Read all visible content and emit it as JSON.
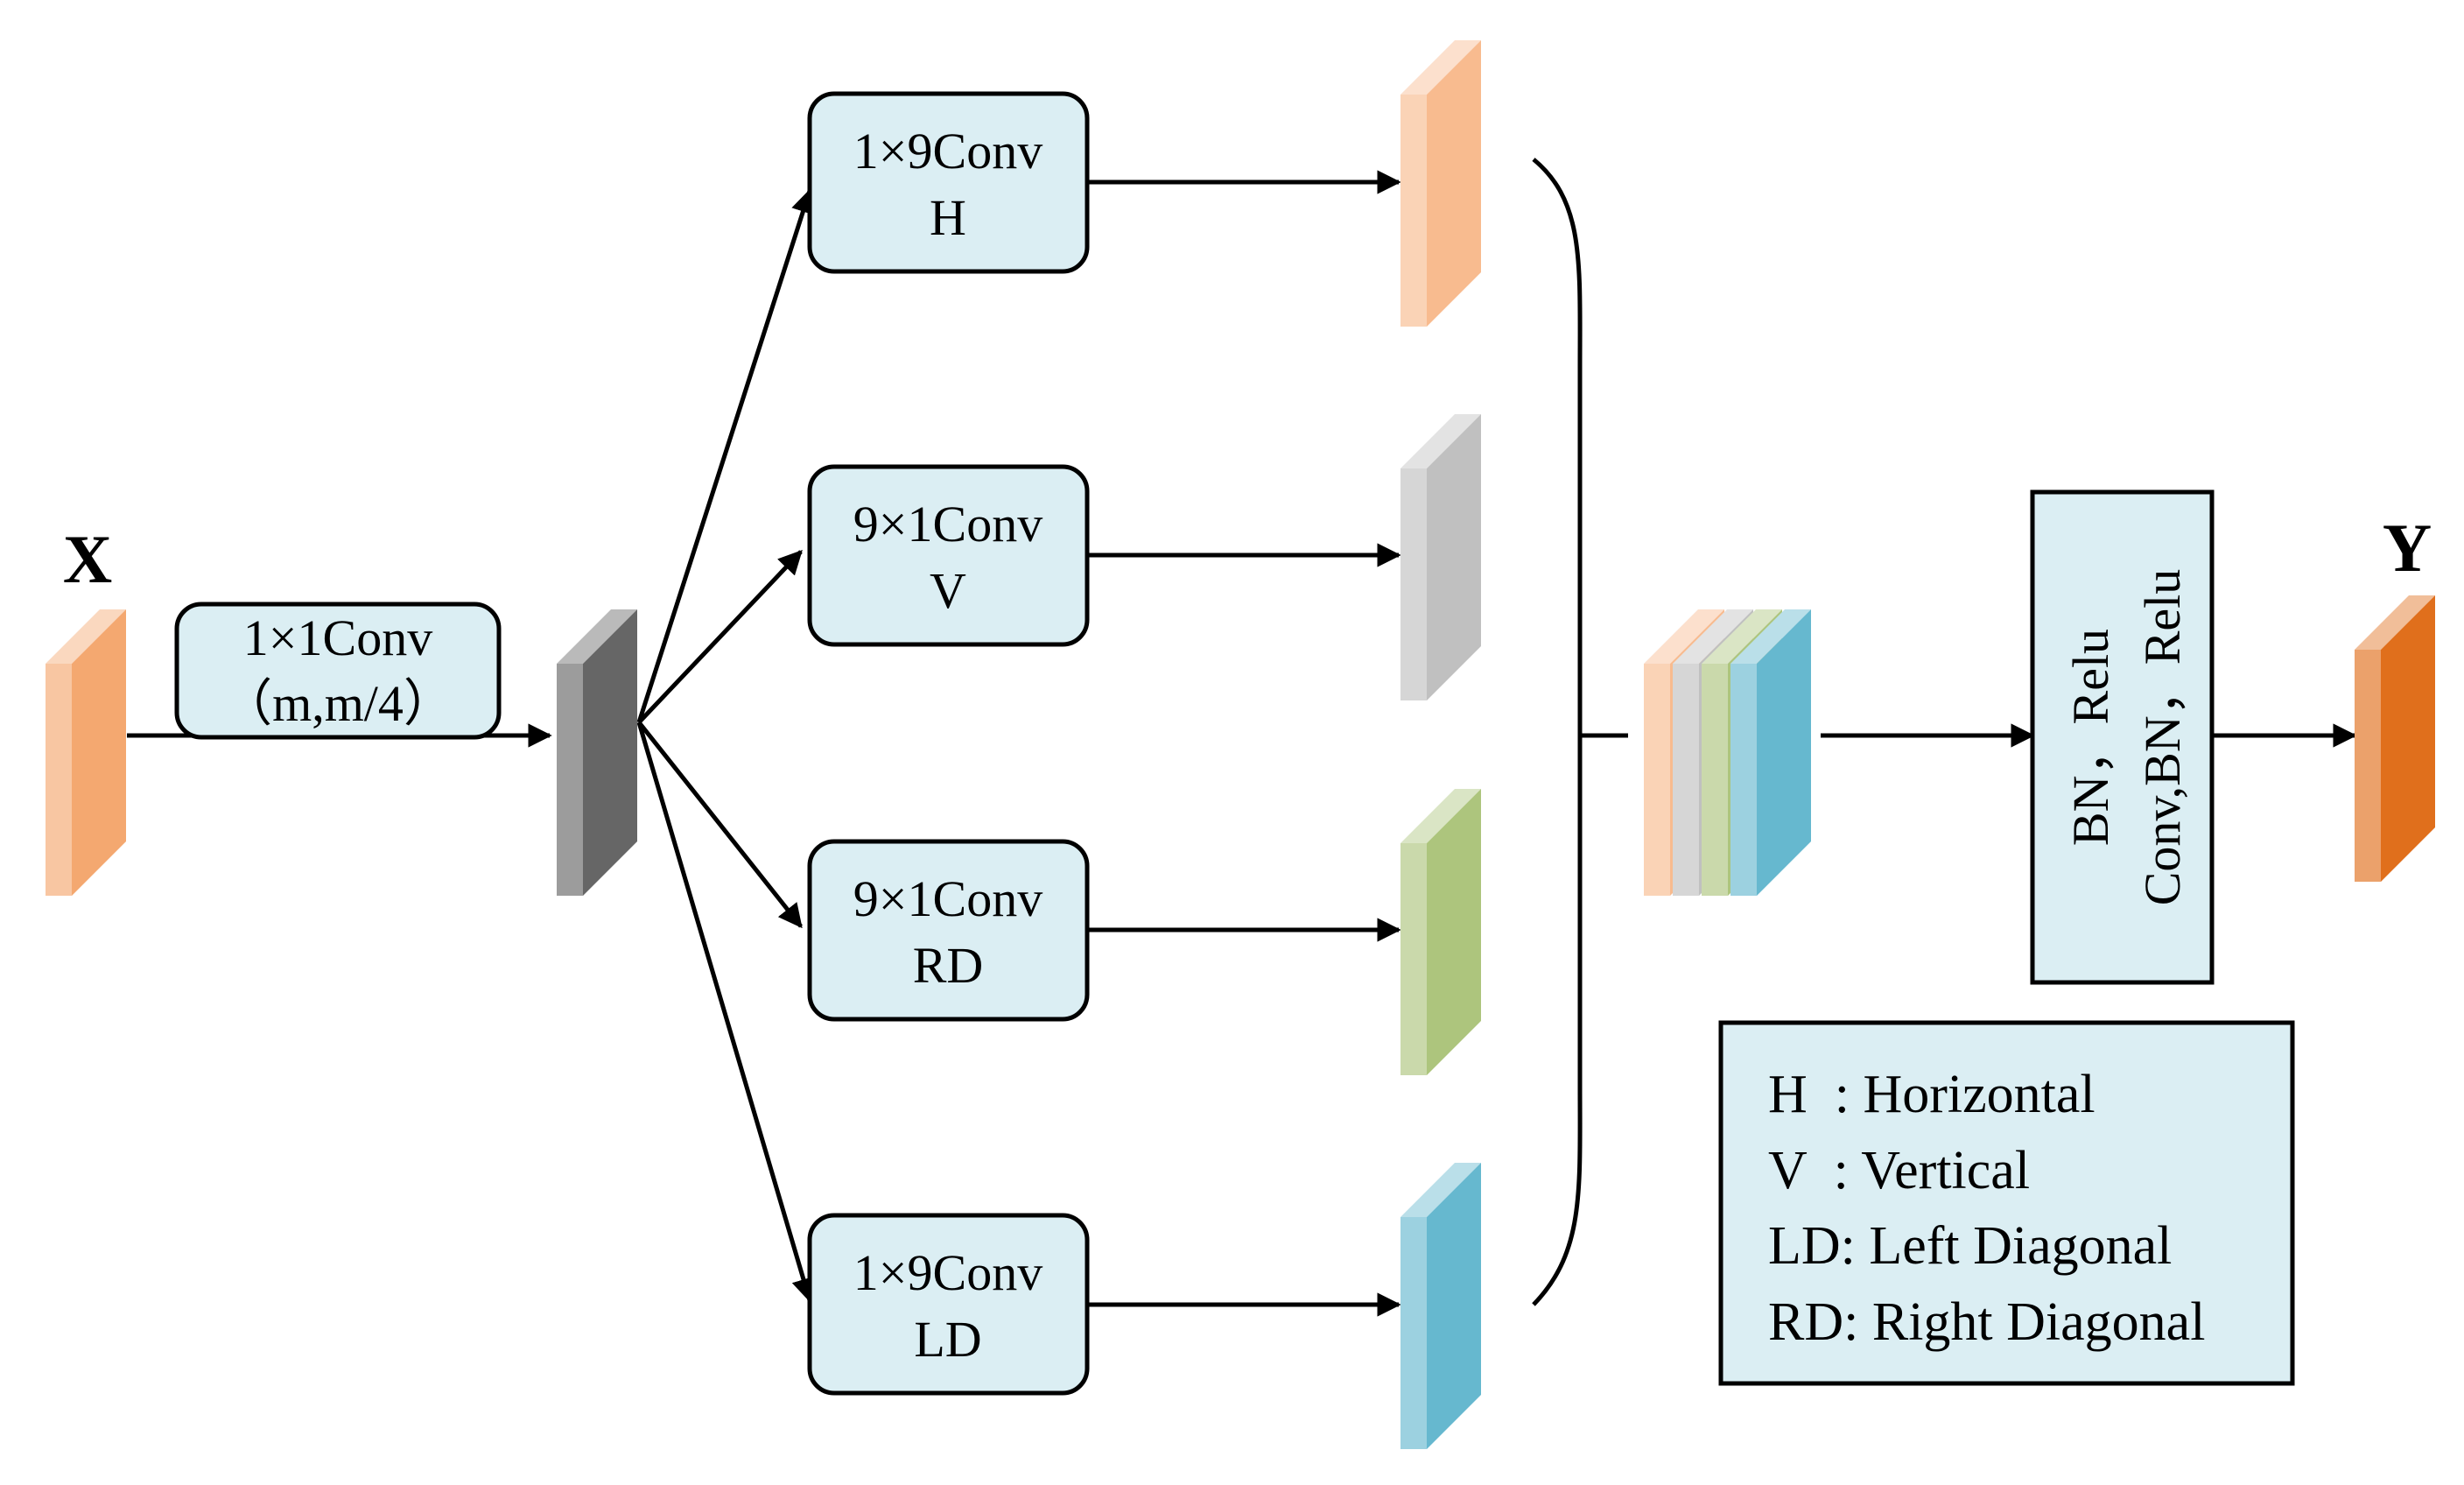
{
  "input": {
    "label": "X",
    "color": "#f4a870"
  },
  "output": {
    "label": "Y",
    "color": "#e06f1c"
  },
  "reduce_conv": {
    "line1": "1×1Conv",
    "line2": "（m,m/4）"
  },
  "branches": [
    {
      "line1": "1×9Conv",
      "line2": "H",
      "color": "#f8bb8f"
    },
    {
      "line1": "9×1Conv",
      "line2": "V",
      "color": "#c0c0c0"
    },
    {
      "line1": "9×1Conv",
      "line2": "RD",
      "color": "#adc57d"
    },
    {
      "line1": "1×9Conv",
      "line2": "LD",
      "color": "#66b8cf"
    }
  ],
  "post_block": {
    "line1": "BN，Relu",
    "line2": "Conv,BN，Relu"
  },
  "legend": [
    "H  : Horizontal",
    "V  : Vertical",
    "LD: Left Diagonal",
    "RD: Right Diagonal"
  ],
  "colors": {
    "box_fill": "#dbeef3",
    "feature_gray": "#666666",
    "concat_stack": [
      "#f8bb8f",
      "#c0c0c0",
      "#adc57d",
      "#66b8cf"
    ]
  }
}
